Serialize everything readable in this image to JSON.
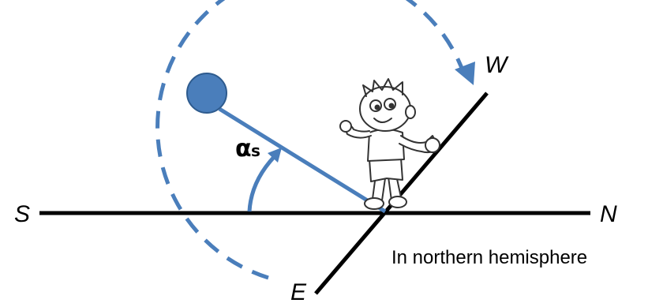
{
  "labels": {
    "south": "S",
    "north": "N",
    "west": "W",
    "east": "E",
    "altitude_symbol": "α",
    "altitude_subscript": "s",
    "caption": "In northern hemisphere"
  },
  "colors": {
    "line": "#000000",
    "sun": "#4a7ebb",
    "sun_path": "#4a7ebb"
  },
  "icons": {
    "observer": "cartoon-boy-icon",
    "sun": "sun-icon"
  }
}
